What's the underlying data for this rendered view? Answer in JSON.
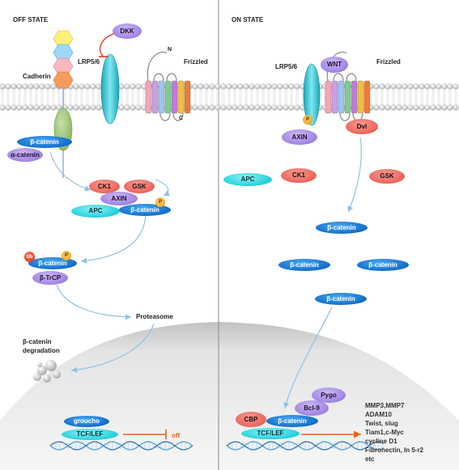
{
  "panels": {
    "off_title": "OFF STATE",
    "on_title": "ON STATE"
  },
  "membrane_labels": {
    "cadherin": "Cadherin",
    "lrp_off": "LRP5/6",
    "lrp_on": "LRP5/6",
    "frizzled_off": "Frizzled",
    "frizzled_on": "Frizzled",
    "n_term": "N",
    "c_term": "C"
  },
  "off_state": {
    "dkk": "DKK",
    "beta_catenin_membrane": "β-catenin",
    "alpha_catenin": "α-catenin",
    "ck1": "CK1",
    "gsk": "GSK",
    "axin": "AXIN",
    "apc": "APC",
    "beta_catenin_complex": "β-catenin",
    "phospho_complex": "P",
    "beta_catenin_ub": "β-catenin",
    "ub": "Ub",
    "phospho_ub": "P",
    "beta_trcp": "β-TrCP",
    "proteasome": "Proteasome",
    "degradation": [
      "β-catenin",
      "degradation"
    ],
    "groucho": "groucho",
    "tcf_lef": "TCF/LEF",
    "off": "off"
  },
  "on_state": {
    "wnt": "WNT",
    "phospho": "P",
    "axin": "AXIN",
    "dvl": "Dvl",
    "apc": "APC",
    "ck1": "CK1",
    "gsk": "GSK",
    "beta_catenin_1": "β-catenin",
    "beta_catenin_2": "β-catenin",
    "beta_catenin_3": "β-catenin",
    "beta_catenin_4": "β-catenin",
    "pygo": "Pygo",
    "bcl9": "Bcl-9",
    "cbp": "CBP",
    "beta_catenin_nuc": "β-catenin",
    "tcf_lef": "TCF/LEF",
    "target_genes": [
      "MMP3,MMP7",
      "ADAM10",
      "Twist, slug",
      "Tiam1,c-Myc",
      "cycline D1",
      "Fibronectin, In 5-r2",
      "etc"
    ]
  },
  "colors": {
    "beta_catenin": "#1976d2",
    "axin_family": "#a68ae6",
    "kinase": "#ee6b62",
    "apc": "#2fd6e0",
    "phospho": "#f6a623",
    "ubiquitin": "#e8401c",
    "arrow": "#8ec3e0",
    "inhibit": "#e8641c"
  }
}
